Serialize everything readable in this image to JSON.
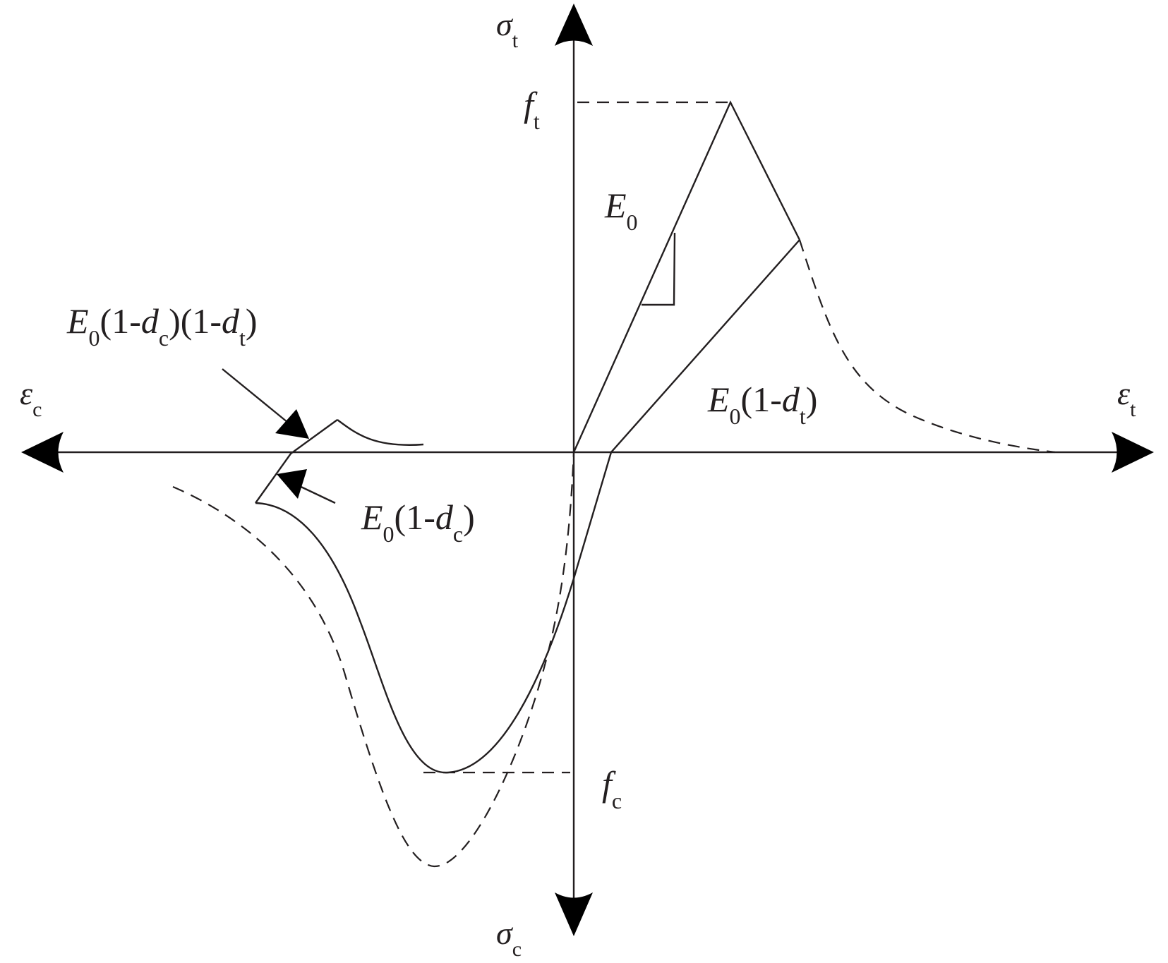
{
  "axes": {
    "sigma_t": {
      "symbol": "σ",
      "subscript": "t"
    },
    "sigma_c": {
      "symbol": "σ",
      "subscript": "c"
    },
    "eps_t": {
      "symbol": "ε",
      "subscript": "t"
    },
    "eps_c": {
      "symbol": "ε",
      "subscript": "c"
    }
  },
  "levels": {
    "ft": {
      "symbol": "f",
      "subscript": "t"
    },
    "fc": {
      "symbol": "f",
      "subscript": "c"
    }
  },
  "stiffness": {
    "e0": {
      "E": "E",
      "sub0": "0"
    },
    "e0_dt": {
      "E": "E",
      "sub0": "0",
      "open": "(1-",
      "d": "d",
      "subd": "t",
      "close": ")"
    },
    "e0_dc": {
      "E": "E",
      "sub0": "0",
      "open": "(1-",
      "d": "d",
      "subd": "c",
      "close": ")"
    },
    "e0_dc_dt": {
      "E": "E",
      "sub0": "0",
      "open1": "(1-",
      "d1": "d",
      "subd1": "c",
      "mid": ")(1-",
      "d2": "d",
      "subd2": "t",
      "close": ")"
    }
  },
  "colors": {
    "ink": "#231f20",
    "arrow": "#000000",
    "background": "#ffffff"
  }
}
